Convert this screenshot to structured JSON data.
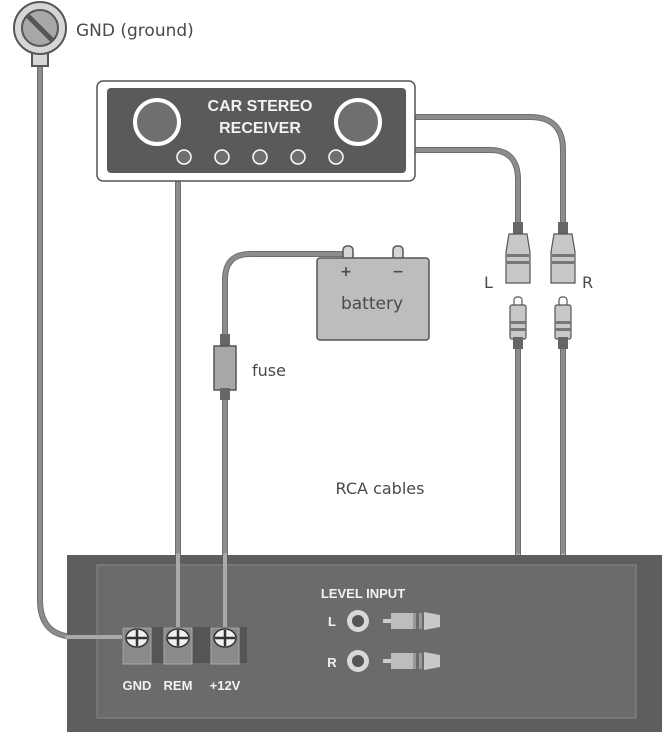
{
  "diagram": {
    "title": "Car amplifier wiring diagram",
    "ground_label": "GND (ground)",
    "receiver": {
      "line1": "CAR STEREO",
      "line2": "RECEIVER",
      "buttons_count": 5
    },
    "battery": {
      "label": "battery",
      "positive": "+",
      "negative": "−"
    },
    "fuse_label": "fuse",
    "rca": {
      "label": "RCA cables",
      "left": "L",
      "right": "R"
    },
    "amplifier": {
      "terminals": [
        {
          "id": "gnd",
          "label": "GND"
        },
        {
          "id": "rem",
          "label": "REM"
        },
        {
          "id": "12v",
          "label": "+12V"
        }
      ],
      "level_input": {
        "label": "LEVEL INPUT",
        "channels": [
          "L",
          "R"
        ]
      }
    },
    "colors": {
      "device_dark": "#5a5a5a",
      "device_panel": "#6b6b6b",
      "wire": "#8c8c8c",
      "battery_fill": "#bdbdbd",
      "text": "#4a4a4a"
    }
  }
}
